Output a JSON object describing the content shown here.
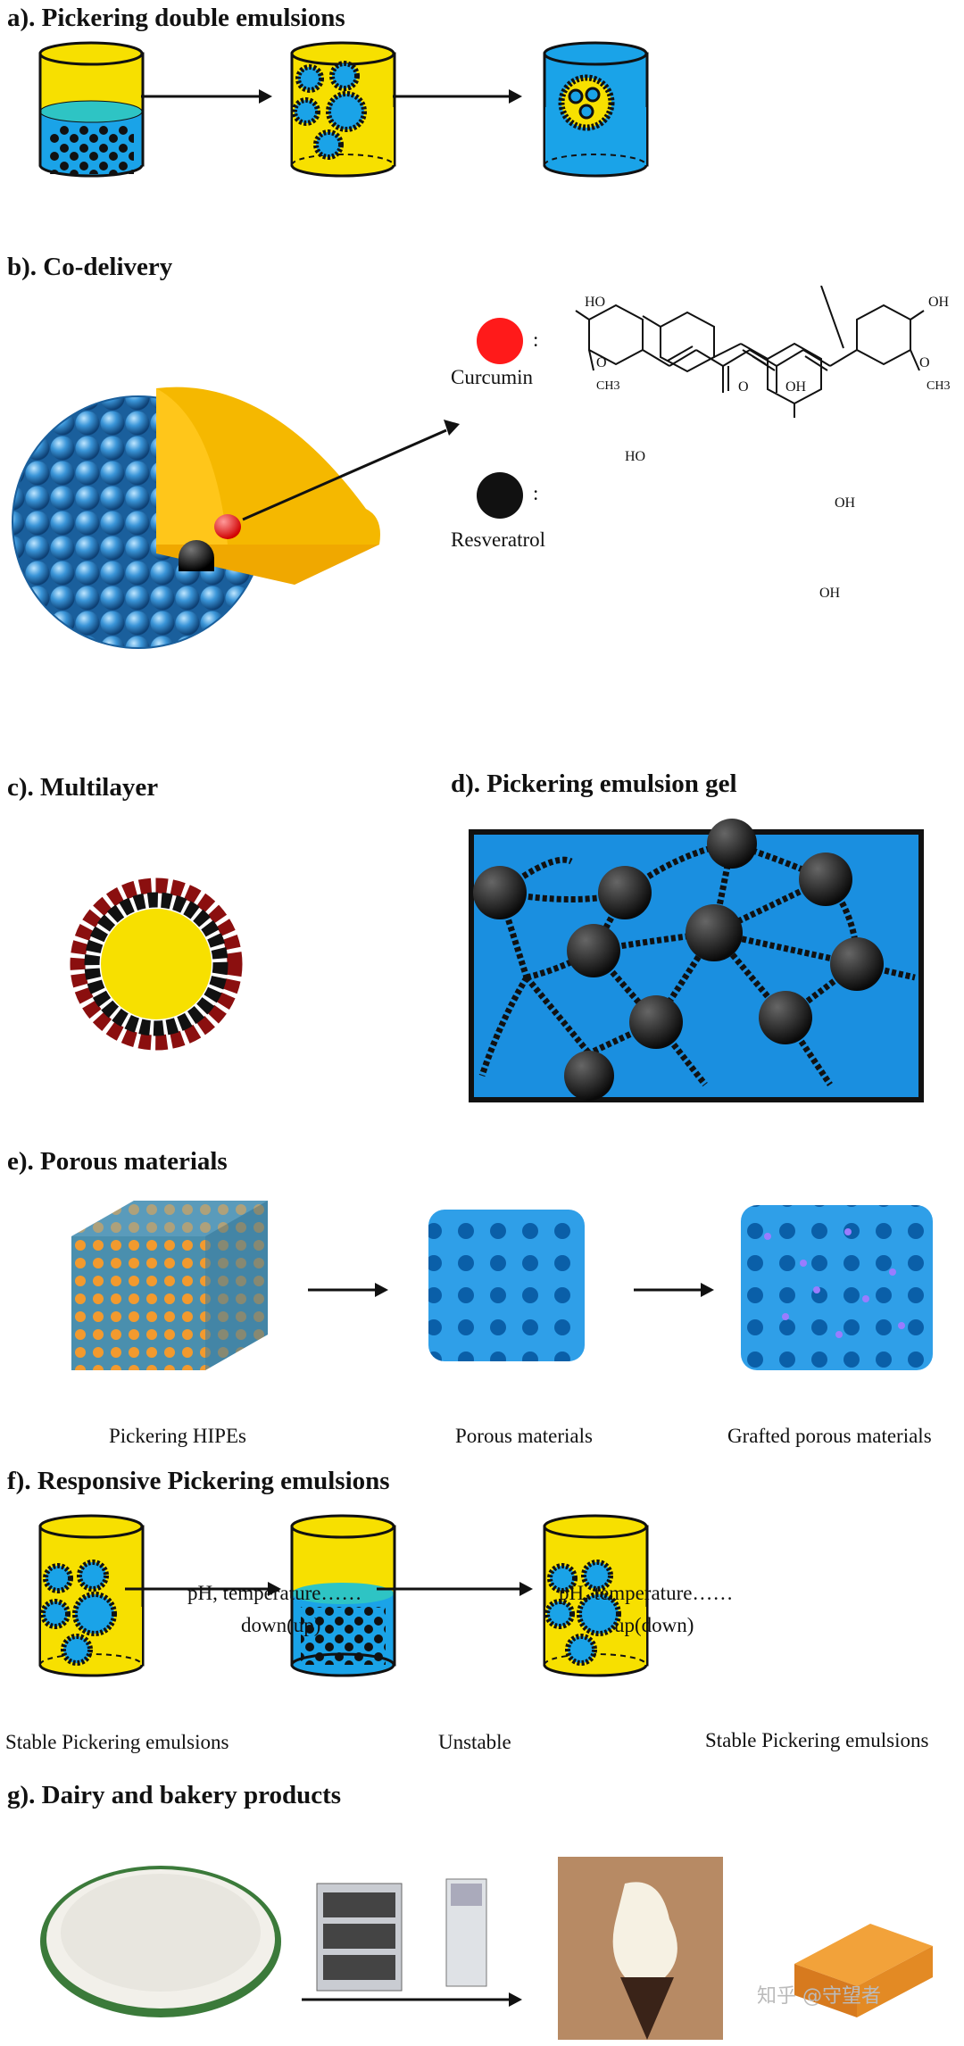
{
  "sections": {
    "a": {
      "title": "a). Pickering double emulsions"
    },
    "b": {
      "title": "b). Co-delivery",
      "curcumin": "Curcumin",
      "resveratrol": "Resveratrol",
      "colon": ":",
      "curcumin_color": "#ff1a1a",
      "resveratrol_color": "#111111",
      "chem": {
        "ho": "HO",
        "oh": "OH",
        "o": "O",
        "ch3": "CH3"
      }
    },
    "c": {
      "title": "c). Multilayer"
    },
    "d": {
      "title": "d). Pickering emulsion gel"
    },
    "e": {
      "title": "e). Porous materials",
      "labels": [
        "Pickering HIPEs",
        "Porous materials",
        "Grafted porous materials"
      ]
    },
    "f": {
      "title": "f). Responsive Pickering emulsions",
      "arrow1_top": "pH, temperature……",
      "arrow1_bottom": "down(up)",
      "arrow2_top": "pH, temperature……",
      "arrow2_bottom": "up(down)",
      "labels": [
        "Stable Pickering emulsions",
        "Unstable",
        "Stable Pickering emulsions"
      ]
    },
    "g": {
      "title": "g). Dairy and bakery products"
    }
  },
  "watermark": "知乎 @守望者",
  "colors": {
    "oil": "#f7e000",
    "water": "#1aa3e8",
    "particle": "#111111",
    "shell_outer": "#8b0f0f"
  }
}
